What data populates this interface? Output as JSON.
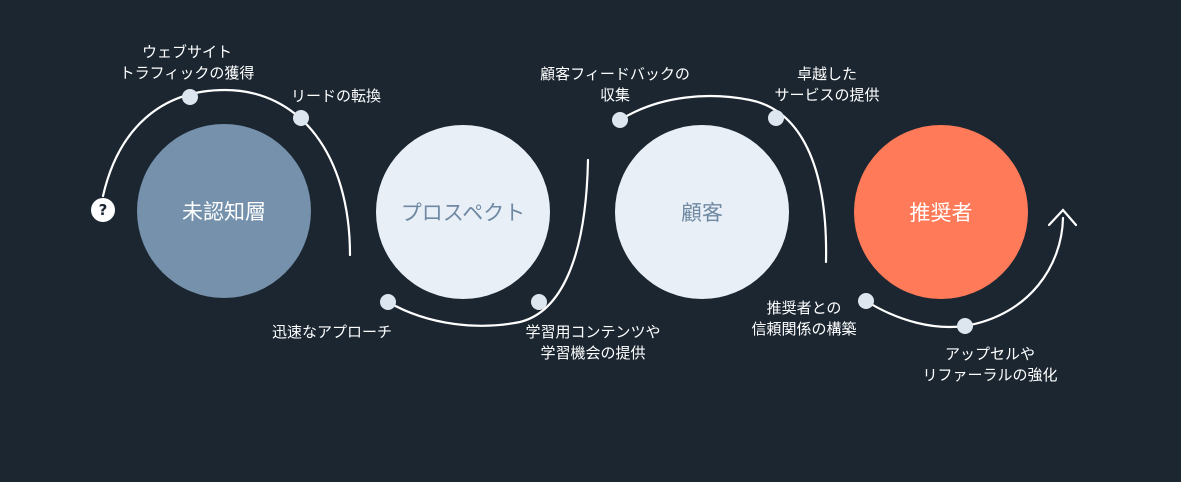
{
  "stages": [
    {
      "label": "未認知層",
      "color": "#7591ab"
    },
    {
      "label": "プロスペクト",
      "color": "#e9eff7"
    },
    {
      "label": "顧客",
      "color": "#e9eff7"
    },
    {
      "label": "推奨者",
      "color": "#ff7a59"
    }
  ],
  "steps": {
    "web_traffic": {
      "line1": "ウェブサイト",
      "line2": "トラフィックの獲得"
    },
    "lead_conversion": {
      "line1": "リードの転換"
    },
    "quick_approach": {
      "line1": "迅速なアプローチ"
    },
    "learning_content": {
      "line1": "学習用コンテンツや",
      "line2": "学習機会の提供"
    },
    "feedback": {
      "line1": "顧客フィードバックの",
      "line2": "収集"
    },
    "great_service": {
      "line1": "卓越した",
      "line2": "サービスの提供"
    },
    "trust": {
      "line1": "推奨者との",
      "line2": "信頼関係の構築"
    },
    "upsell": {
      "line1": "アップセルや",
      "line2": "リファーラルの強化"
    }
  },
  "start_marker": "?",
  "colors": {
    "background": "#1b2631",
    "line": "#ffffff",
    "node": "#dde5ee"
  }
}
